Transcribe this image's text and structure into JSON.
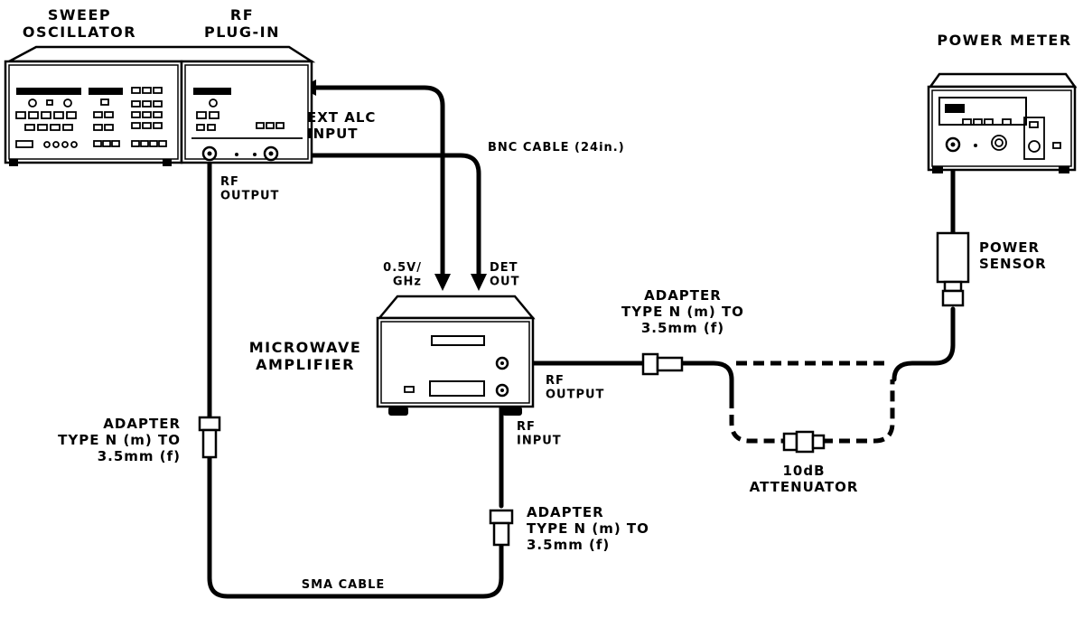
{
  "instruments": {
    "sweep_oscillator": "SWEEP\nOSCILLATOR",
    "rf_plugin": "RF\nPLUG-IN",
    "power_meter": "POWER METER",
    "microwave_amplifier": "MICROWAVE\nAMPLIFIER"
  },
  "labels": {
    "ext_alc_input": "EXT ALC\nINPUT",
    "bnc_cable": "BNC CABLE (24in.)",
    "rf_output_source": "RF\nOUTPUT",
    "volts_per_ghz": "0.5V/\nGHz",
    "det_out": "DET\nOUT",
    "amp_rf_output": "RF\nOUTPUT",
    "amp_rf_input": "RF\nINPUT",
    "power_sensor": "POWER\nSENSOR",
    "attenuator": "10dB\nATTENUATOR",
    "sma_cable": "SMA CABLE",
    "adapter_left": "ADAPTER\nTYPE N (m) TO\n3.5mm (f)",
    "adapter_amp_out": "ADAPTER\nTYPE N (m) TO\n3.5mm (f)",
    "adapter_bottom": "ADAPTER\nTYPE N (m) TO\n3.5mm (f)"
  }
}
